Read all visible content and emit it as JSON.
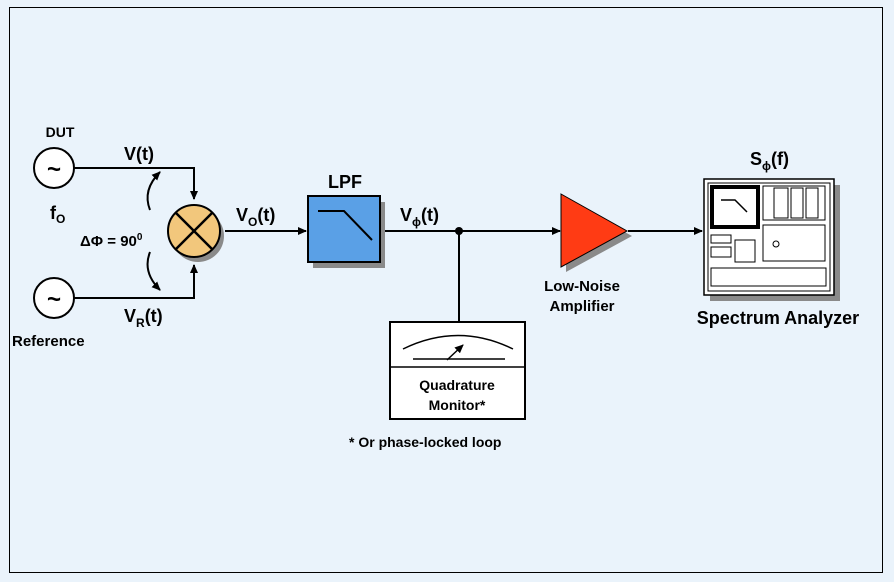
{
  "labels": {
    "dut": "DUT",
    "f": "f",
    "f_sub": "O",
    "reference": "Reference",
    "v_t": "V(t)",
    "vr_main": "V",
    "vr_sub": "R",
    "vr_tail": "(t)",
    "delta_phi": "ΔΦ = 90",
    "delta_phi_sup": "0",
    "vo_main": "V",
    "vo_sub": "O",
    "vo_tail": "(t)",
    "lpf": "LPF",
    "vphi_main": "V",
    "vphi_sub": "ϕ",
    "vphi_tail": "(t)",
    "lna_line1": "Low-Noise",
    "lna_line2": "Amplifier",
    "s_main": "S",
    "s_sub": "ϕ",
    "s_tail": "(f)",
    "spectrum_analyzer": "Spectrum Analyzer",
    "quad_line1": "Quadrature",
    "quad_line2": "Monitor*",
    "footnote": "* Or phase-locked loop",
    "tilde": "~"
  },
  "colors": {
    "background": "#eaf3fb",
    "mixer": "#f2c77c",
    "lpf": "#5aa0e6",
    "amplifier": "#ff3b14",
    "shadow": "#8a8a8a"
  }
}
